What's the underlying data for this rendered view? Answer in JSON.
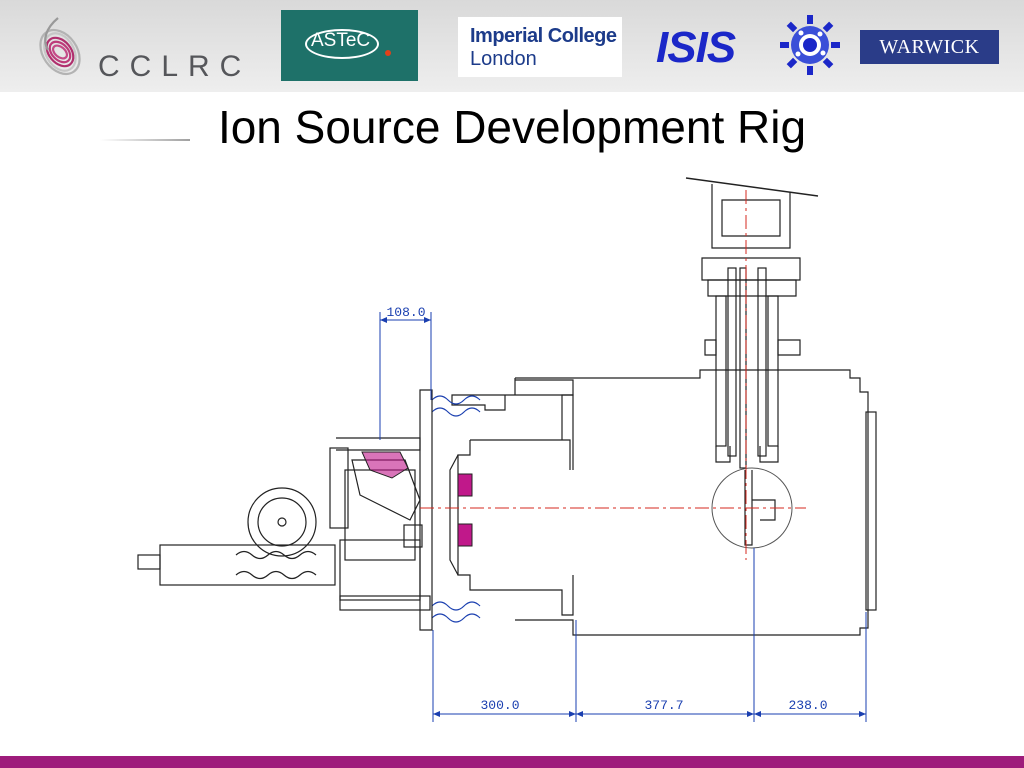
{
  "logos": {
    "cclrc": "CCLRC",
    "astec": "ASTeC",
    "imperial_line1": "Imperial College",
    "imperial_line2": "London",
    "isis": "ISIS",
    "warwick": "WARWICK"
  },
  "slide": {
    "title": "Ion Source Development Rig"
  },
  "diagram": {
    "dimensions": [
      "108.0",
      "300.0",
      "377.7",
      "238.0"
    ]
  },
  "colors": {
    "bottom_bar": "#9e1c7b",
    "dimension_lines": "#1a3fb0",
    "centerline": "#d6281f",
    "magenta_parts": "#c0188a",
    "astec_bg": "#1e7169",
    "warwick_bg": "#2a3c88",
    "isis_blue": "#1b27c8"
  }
}
